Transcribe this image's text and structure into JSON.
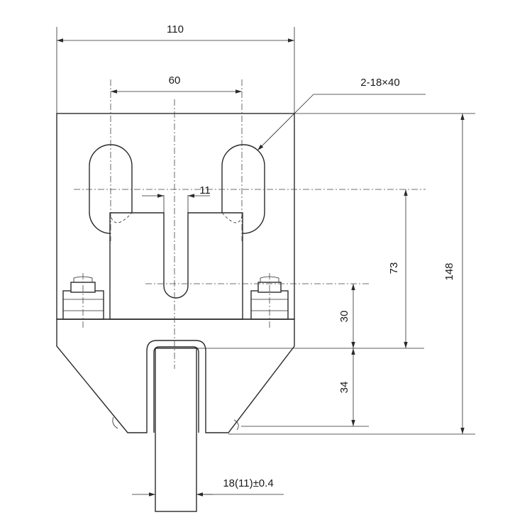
{
  "dimensions": {
    "overall_width": "110",
    "slot_spacing": "60",
    "slot_callout": "2-18×40",
    "center_slot_width": "11",
    "height_73": "73",
    "overall_height": "148",
    "height_30": "30",
    "height_34": "34",
    "rail_tolerance": "18(11)±0.4"
  },
  "colors": {
    "line": "#2a2a2a",
    "background": "#ffffff"
  }
}
